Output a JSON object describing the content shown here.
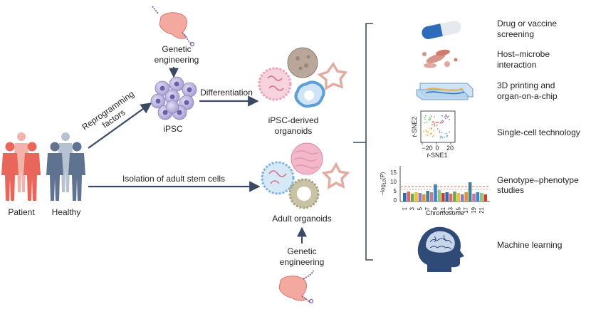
{
  "left": {
    "patient_label": "Patient",
    "healthy_label": "Healthy",
    "reprogramming_line1": "Reprogramming",
    "reprogramming_line2": "factors",
    "isolation_label": "Isolation of adult stem cells"
  },
  "top": {
    "genetic_line1": "Genetic",
    "genetic_line2": "engineering",
    "ipsc_label": "iPSC",
    "differentiation_label": "Differentiation",
    "ipsc_organoids_line1": "iPSC-derived",
    "ipsc_organoids_line2": "organoids"
  },
  "bottom": {
    "adult_organoids_label": "Adult organoids",
    "genetic_line1": "Genetic",
    "genetic_line2": "engineering"
  },
  "applications": [
    {
      "line1": "Drug or vaccine",
      "line2": "screening",
      "icon": "capsule-icon"
    },
    {
      "line1": "Host–microbe",
      "line2": "interaction",
      "icon": "microbe-icon"
    },
    {
      "line1": "3D printing and",
      "line2": "organ-on-a-chip",
      "icon": "chip-icon"
    },
    {
      "line1": "Single-cell technology",
      "line2": "",
      "icon": "tsne-plot-icon"
    },
    {
      "line1": "Genotype–phenotype",
      "line2": "studies",
      "icon": "manhattan-plot-icon"
    },
    {
      "line1": "Machine learning",
      "line2": "",
      "icon": "brain-head-icon"
    }
  ],
  "tsne": {
    "ylabel_italic": "t",
    "ylabel_rest": "-SNE2",
    "xlabel_italic": "t",
    "xlabel_rest": "-SNE1",
    "ticks": [
      "−20",
      "0",
      "20"
    ]
  },
  "manhattan": {
    "ylabel_main": "−log",
    "ylabel_sub": "10",
    "ylabel_tail": "(P)",
    "yticks": [
      "15",
      "10",
      "5",
      "0"
    ],
    "xticks": [
      "1",
      "3",
      "5",
      "7",
      "9",
      "11",
      "13",
      "15",
      "17",
      "19",
      "21"
    ],
    "xlabel": "Chromosome"
  },
  "colors": {
    "patient": "#e8675a",
    "patient_light": "#f3b3aa",
    "healthy": "#5f7391",
    "healthy_light": "#b6c1d1",
    "arrow": "#3b4a62",
    "ipsc": "#b4addb",
    "organoid_pink": "#f2b7c8",
    "organoid_blue": "#9ec8ea",
    "organoid_brown": "#b8a79a",
    "organoid_olive": "#c9c3a6"
  }
}
